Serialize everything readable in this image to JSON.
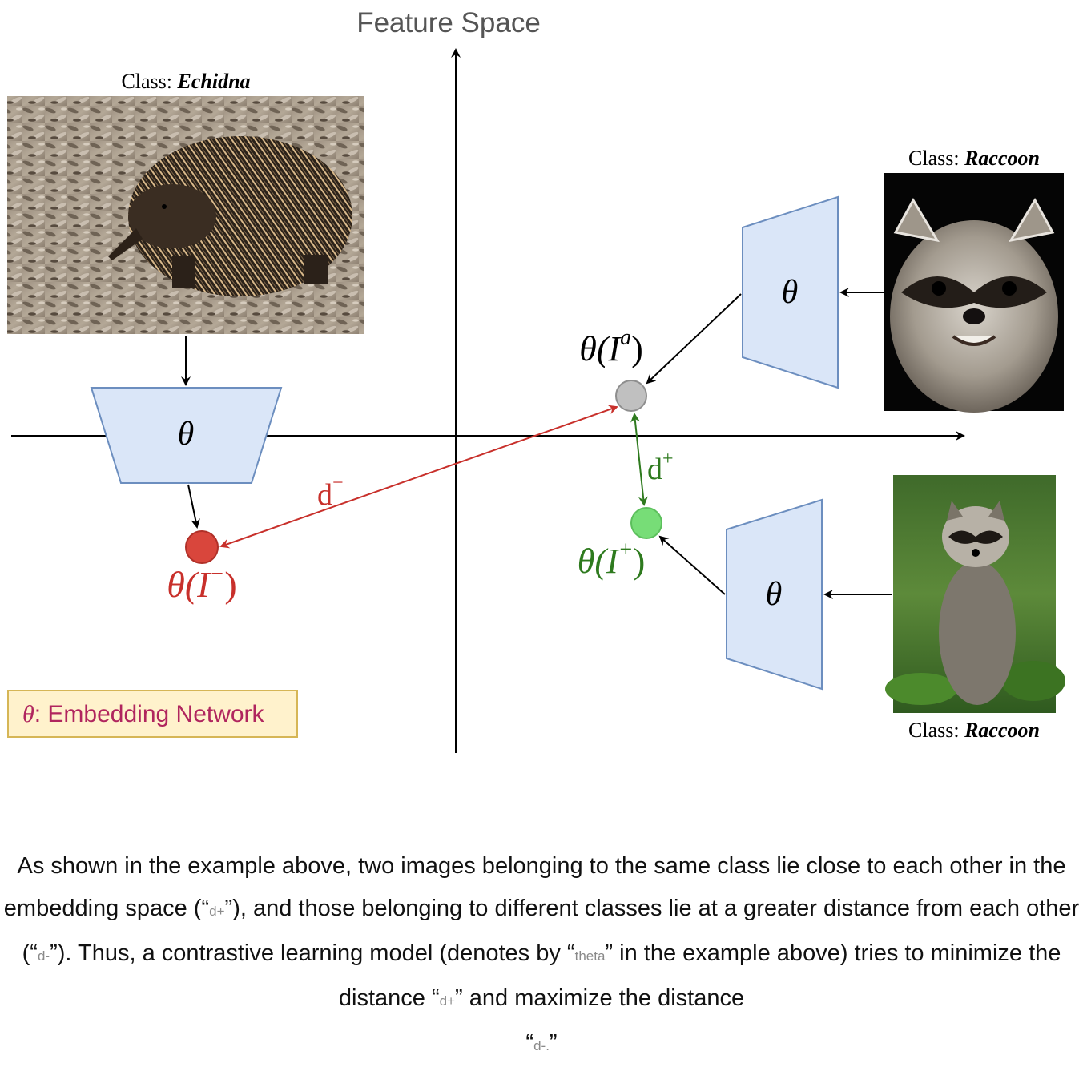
{
  "title": "Feature Space",
  "images": {
    "echidna": {
      "class_prefix": "Class: ",
      "class_name": "Echidna"
    },
    "raccoon_anchor": {
      "class_prefix": "Class: ",
      "class_name": "Raccoon"
    },
    "raccoon_positive": {
      "class_prefix": "Class: ",
      "class_name": "Raccoon"
    }
  },
  "network_symbol": "θ",
  "points": {
    "anchor": {
      "label_main": "θ(I",
      "label_sup": "a",
      "label_end": ")",
      "color": "#c0c0c0"
    },
    "positive": {
      "label_main": "θ(I",
      "label_sup": "+",
      "label_end": ")",
      "color": "#77dd77"
    },
    "negative": {
      "label_main": "θ(I",
      "label_sup": "−",
      "label_end": ")",
      "color": "#d9463c"
    }
  },
  "distances": {
    "positive": {
      "base": "d",
      "sup": "+",
      "color": "#2e7a1e"
    },
    "negative": {
      "base": "d",
      "sup": "−",
      "color": "#c8302b"
    }
  },
  "legend": {
    "symbol": "θ",
    "text": ": Embedding Network"
  },
  "colors": {
    "network_fill": "#dae6f8",
    "network_stroke": "#6c8ebf",
    "legend_fill": "#fff2cc",
    "legend_stroke": "#d6b656",
    "legend_text": "#b0255e"
  },
  "caption": {
    "p1": "As shown in the example above, two images belonging to the same class lie close to each other in the embedding space (",
    "t1": "d+",
    "p2": "), and those belonging to different classes lie at a greater distance from each other (",
    "t2": "d-",
    "p3": "). Thus, a contrastive learning model (denotes by ",
    "t3": "theta",
    "p4": " in the example above) tries to minimize the distance ",
    "t4": "d+",
    "p5": " and maximize the distance ",
    "t5": "d-.",
    "open_quote": "“",
    "close_quote": "”"
  }
}
